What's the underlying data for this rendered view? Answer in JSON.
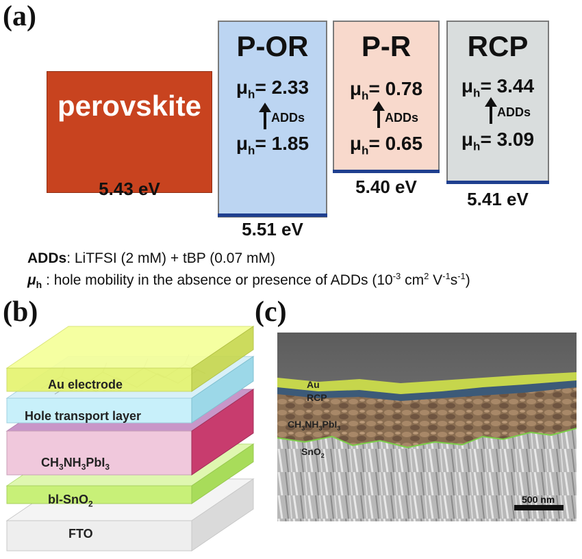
{
  "panel_a": {
    "label": "(a)",
    "perovskite": {
      "name": "perovskite",
      "energy": "5.43 eV",
      "color": "#c8431f"
    },
    "materials": [
      {
        "name": "P-OR",
        "mu_top": "= 2.33",
        "mu_bottom": "= 1.85",
        "adds": "ADDs",
        "energy": "5.51 eV",
        "color": "#bcd5f2"
      },
      {
        "name": "P-R",
        "mu_top": "= 0.78",
        "mu_bottom": "= 0.65",
        "adds": "ADDs",
        "energy": "5.40 eV",
        "color": "#f8d9cc"
      },
      {
        "name": "RCP",
        "mu_top": "= 3.44",
        "mu_bottom": "= 3.09",
        "adds": "ADDs",
        "energy": "5.41 eV",
        "color": "#d9dddd"
      }
    ],
    "mu_symbol": "μ",
    "mu_subscript": "h",
    "legend_adds_term": "ADDs",
    "legend_adds_def": ": LiTFSI (2 mM) + tBP (0.07 mM)",
    "legend_mu_def_prefix": " : hole mobility in the absence or presence of ADDs (10",
    "legend_mu_exp1": "-3",
    "legend_mu_mid1": " cm",
    "legend_mu_exp2": "2",
    "legend_mu_mid2": " V",
    "legend_mu_exp3": "-1",
    "legend_mu_mid3": "s",
    "legend_mu_exp4": "-1",
    "legend_mu_end": ")"
  },
  "panel_b": {
    "label": "(b)",
    "layers": {
      "au": "Au electrode",
      "htl": "Hole transport layer",
      "perov_pre": "CH",
      "perov_s1": "3",
      "perov_mid": "NH",
      "perov_s2": "3",
      "perov_post": "PbI",
      "perov_s3": "3",
      "sno2_pre": "bl-SnO",
      "sno2_s": "2",
      "fto": "FTO"
    }
  },
  "panel_c": {
    "label": "(c)",
    "au": "Au",
    "rcp": "RCP",
    "perov_pre": "CH",
    "perov_s1": "3",
    "perov_mid": "NH",
    "perov_s2": "3",
    "perov_post": "PbI",
    "perov_s3": "3",
    "sno2_pre": "SnO",
    "sno2_s": "2",
    "scale": "500 nm"
  }
}
